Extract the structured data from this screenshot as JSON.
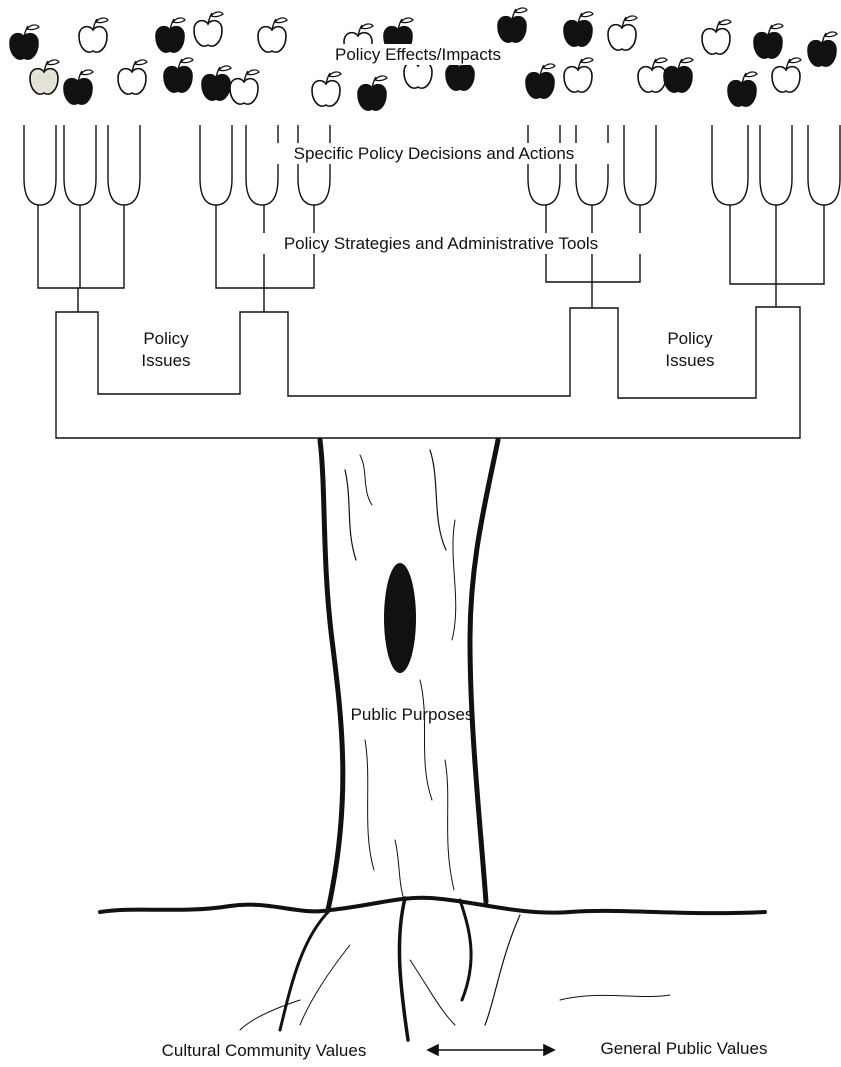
{
  "levels": {
    "effects": "Policy Effects/Impacts",
    "decisions": "Specific Policy Decisions and Actions",
    "strategies": "Policy Strategies and Administrative Tools",
    "issues_left": [
      "Policy",
      "Issues"
    ],
    "issues_right": [
      "Policy",
      "Issues"
    ],
    "trunk": "Public Purposes",
    "roots_left": "Cultural Community Values",
    "roots_right": "General Public Values"
  },
  "icons": {
    "apple": "apple-icon",
    "arrow": "double-arrow-icon"
  },
  "colors": {
    "ink": "#111111",
    "apple_dark": "#111111",
    "apple_light": "#ffffff",
    "apple_shaded": "#e4e2d4"
  }
}
